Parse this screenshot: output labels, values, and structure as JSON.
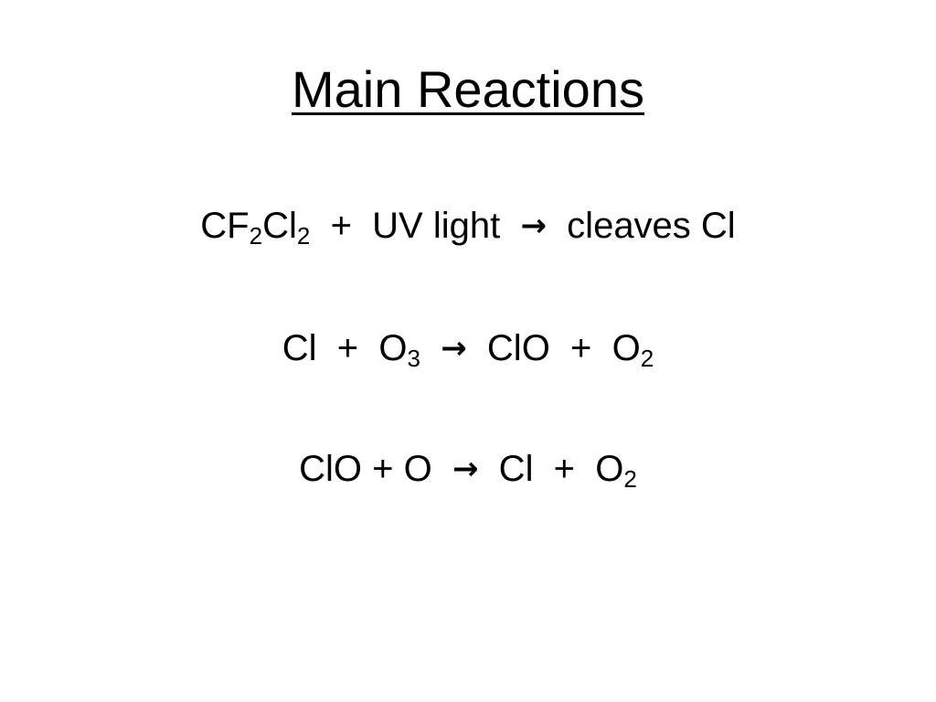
{
  "slide": {
    "title": "Main Reactions",
    "arrow_glyph": "→",
    "reactions": [
      {
        "p1": "CF",
        "s1": "2",
        "p2": "Cl",
        "s2": "2",
        "p3": "  +  UV light  ",
        "p4": "  cleaves Cl"
      },
      {
        "p1": "Cl  +  O",
        "s1": "3",
        "p2": "  ",
        "p3": "  ClO  +  O",
        "s2": "2"
      },
      {
        "p1": "ClO + O  ",
        "p2": "  Cl  +  O",
        "s1": "2"
      }
    ]
  }
}
